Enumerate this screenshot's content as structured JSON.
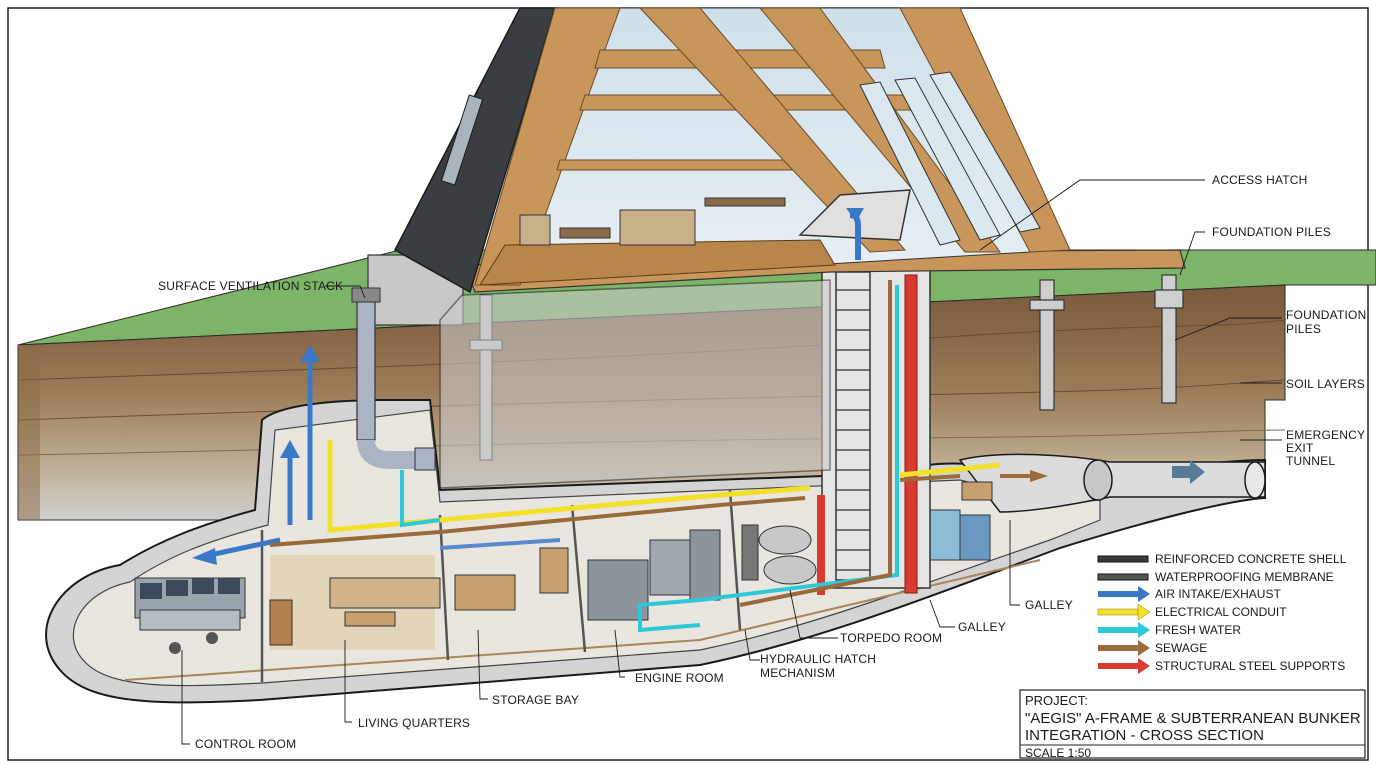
{
  "labels": {
    "access_hatch": "ACCESS HATCH",
    "foundation_piles_top": "FOUNDATION PILES",
    "foundation_piles_right_1": "FOUNDATION",
    "foundation_piles_right_2": "PILES",
    "soil_layers": "SOIL LAYERS",
    "emergency_1": "EMERGENCY",
    "emergency_2": "EXIT",
    "emergency_3": "TUNNEL",
    "surface_ventilation_stack": "SURFACE VENTILATION STACK",
    "galley_right": "GALLEY",
    "galley": "GALLEY",
    "torpedo_room": "TORPEDO ROOM",
    "hydraulic_1": "HYDRAULIC HATCH",
    "hydraulic_2": "MECHANISM",
    "engine_room": "ENGINE ROOM",
    "storage_bay": "STORAGE BAY",
    "living_quarters": "LIVING QUARTERS",
    "control_room": "CONTROL ROOM"
  },
  "legend": [
    {
      "label": "REINFORCED CONCRETE SHELL",
      "color": "#3a3a3a",
      "kind": "bar"
    },
    {
      "label": "WATERPROOFING MEMBRANE",
      "color": "#555555",
      "kind": "bar"
    },
    {
      "label": "AIR INTAKE/EXHAUST",
      "color": "#3a78c8",
      "kind": "arrow"
    },
    {
      "label": "ELECTRICAL CONDUIT",
      "color": "#f2e02a",
      "kind": "arrow"
    },
    {
      "label": "FRESH WATER",
      "color": "#2fc8d8",
      "kind": "arrow"
    },
    {
      "label": "SEWAGE",
      "color": "#9a6a3a",
      "kind": "arrow"
    },
    {
      "label": "STRUCTURAL STEEL SUPPORTS",
      "color": "#d83a30",
      "kind": "arrow"
    }
  ],
  "title_block": {
    "project_label": "PROJECT:",
    "title_line1": "\"AEGIS\" A-FRAME & SUBTERRANEAN BUNKER",
    "title_line2": "INTEGRATION - CROSS SECTION",
    "scale": "SCALE 1:50"
  },
  "colors": {
    "grass": "#7cb468",
    "soil_top": "#8a6a48",
    "soil_mid": "#a08260",
    "soil_low": "#b8a488",
    "concrete": "#cfcfcf",
    "wood": "#c8965a",
    "roof": "#3a3e42",
    "air": "#3a78c8",
    "electric": "#f2e02a",
    "water": "#2fc8d8",
    "sewage": "#9a6a3a",
    "steel": "#d83a30"
  }
}
